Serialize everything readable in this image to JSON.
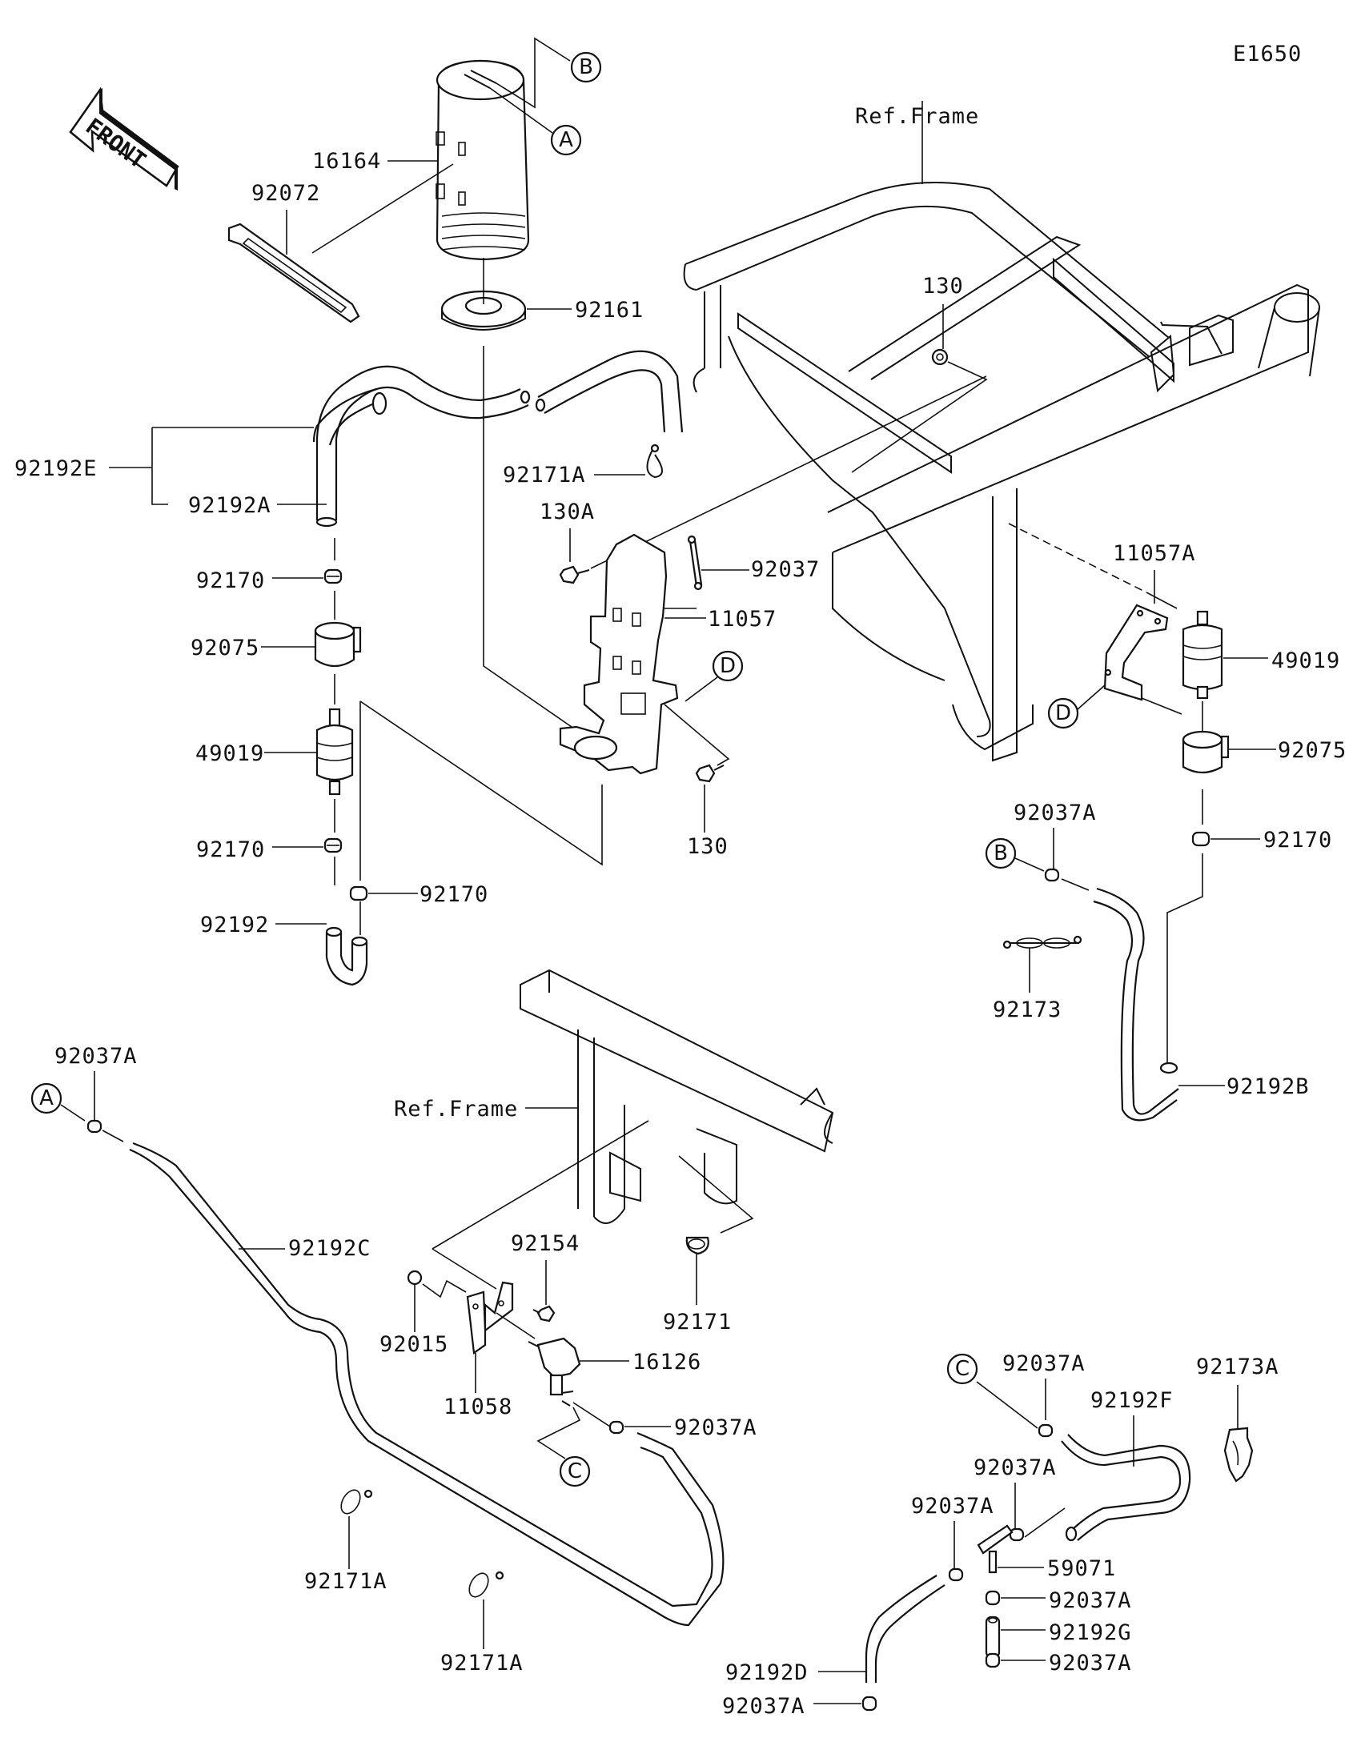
{
  "diagram_id": "E1650",
  "front_indicator": "FRONT",
  "ref_labels": [
    "Ref.Frame",
    "Ref.Frame"
  ],
  "connection_markers": [
    "A",
    "B",
    "C",
    "D"
  ],
  "callouts": {
    "p16164": "16164",
    "p92072": "92072",
    "p92161": "92161",
    "p92192E": "92192E",
    "p92192A": "92192A",
    "p92171A_top": "92171A",
    "p130A": "130A",
    "p92037": "92037",
    "p11057": "11057",
    "p130_top": "130",
    "p130_bottom": "130",
    "p92170_a": "92170",
    "p92075_left": "92075",
    "p49019_left": "49019",
    "p92170_b": "92170",
    "p92170_c": "92170",
    "p92192": "92192",
    "p11057A": "11057A",
    "p49019_right": "49019",
    "p92075_right": "92075",
    "p92037A_b": "92037A",
    "p92170_right": "92170",
    "p92173": "92173",
    "p92192B": "92192B",
    "p92037A_a": "92037A",
    "p92192C": "92192C",
    "p92154": "92154",
    "p92171": "92171",
    "p92015": "92015",
    "p16126": "16126",
    "p11058": "11058",
    "p92037A_mid": "92037A",
    "p92171A_1": "92171A",
    "p92171A_2": "92171A",
    "p92037A_c": "92037A",
    "p92192F": "92192F",
    "p92173A": "92173A",
    "p92037A_d": "92037A",
    "p92037A_e": "92037A",
    "p59071": "59071",
    "p92037A_f": "92037A",
    "p92192G": "92192G",
    "p92037A_g": "92037A",
    "p92192D": "92192D",
    "p92037A_h": "92037A"
  }
}
